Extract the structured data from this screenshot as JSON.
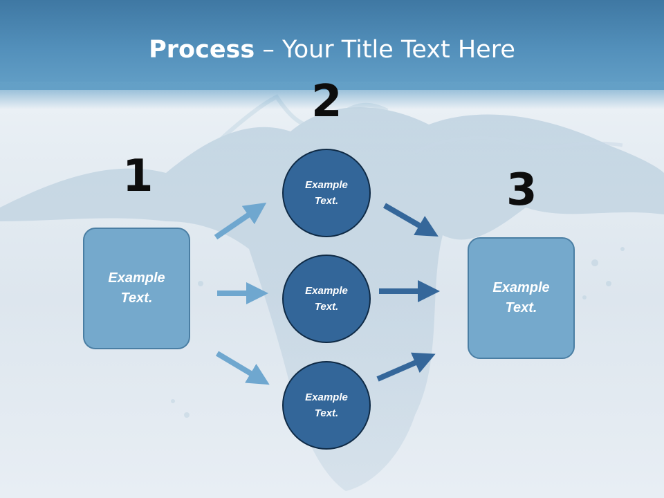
{
  "slide": {
    "title_bold": "Process",
    "title_rest": " – Your Title Text Here",
    "steps": {
      "step1": "1",
      "step2": "2",
      "step3": "3"
    },
    "left_box": {
      "line1": "Example",
      "line2": "Text."
    },
    "right_box": {
      "line1": "Example",
      "line2": "Text."
    },
    "circles": [
      {
        "line1": "Example",
        "line2": "Text."
      },
      {
        "line1": "Example",
        "line2": "Text."
      },
      {
        "line1": "Example",
        "line2": "Text."
      }
    ],
    "colors": {
      "header": "#4f8cb8",
      "box_fill": "#75a9cc",
      "circle_fill": "#336699",
      "light_arrow": "#6fa7cf",
      "dark_arrow": "#35679a"
    }
  }
}
